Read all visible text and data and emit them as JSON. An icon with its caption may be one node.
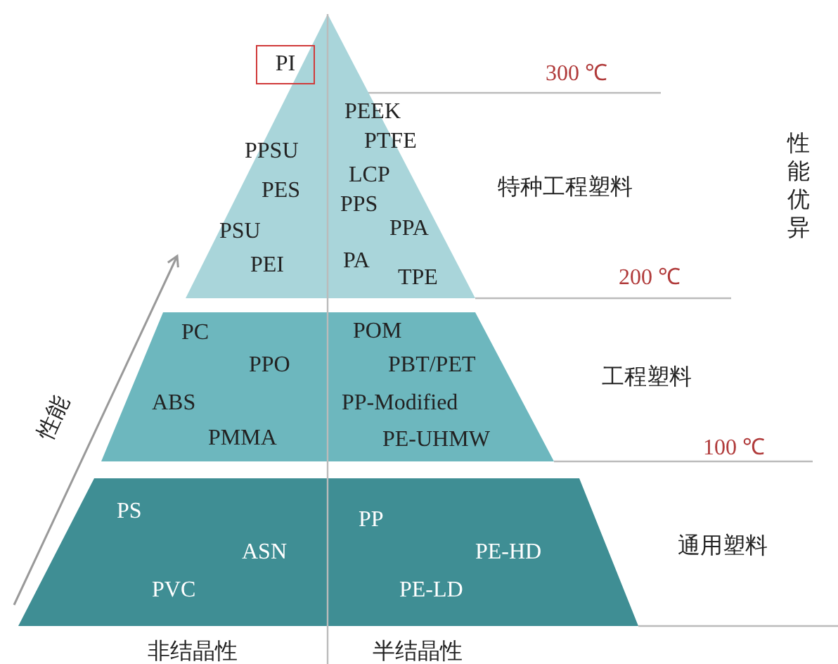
{
  "diagram": {
    "nodes": [
      {
        "text": [
          "PI"
        ]
      },
      {
        "text": [
          "PEEK",
          "PTFE",
          "PPSU",
          "LCP",
          "PES",
          "PPS",
          "PPA",
          "PSU",
          "PEI",
          "PA",
          "TPE"
        ],
        "beside": [
          "特种工程塑料"
        ]
      },
      {
        "text": [
          "PC",
          "POM",
          "PPO",
          "PBT/PET",
          "ABS",
          "PP-Modified",
          "PMMA",
          "PE-UHMW"
        ],
        "beside": [
          "工程塑料"
        ]
      },
      {
        "text": [
          "PS",
          "PP",
          "ASN",
          "PE-HD",
          "PVC",
          "PE-LD"
        ],
        "beside": [
          "通用塑料"
        ]
      }
    ],
    "edges": [],
    "labels": [
      "300 ℃",
      "性能优异",
      "200 ℃",
      "100 ℃",
      "性能",
      "非结晶性",
      "半结晶性"
    ]
  }
}
